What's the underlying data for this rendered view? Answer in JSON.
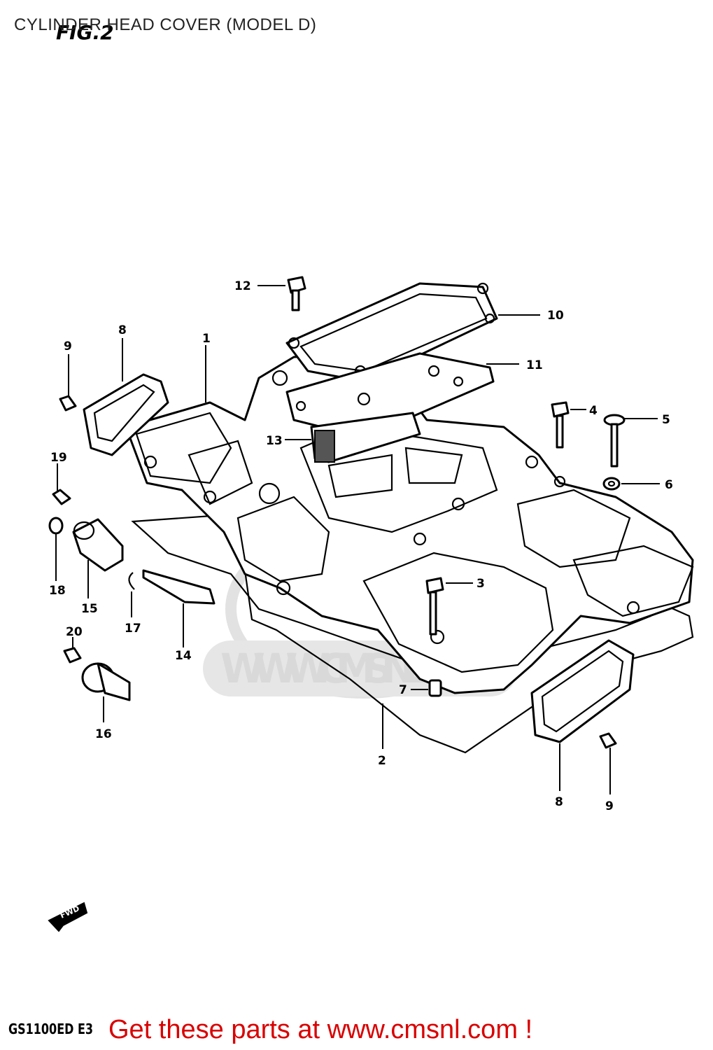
{
  "header": {
    "title": "CYLINDER HEAD COVER (MODEL D)",
    "fig_label": "FIG.2"
  },
  "watermark": {
    "text": "WWW.CMSNL.COM",
    "color": "#d9d9d9"
  },
  "callouts": [
    {
      "id": "1",
      "label": "1"
    },
    {
      "id": "2",
      "label": "2"
    },
    {
      "id": "3",
      "label": "3"
    },
    {
      "id": "4",
      "label": "4"
    },
    {
      "id": "5",
      "label": "5"
    },
    {
      "id": "6",
      "label": "6"
    },
    {
      "id": "7",
      "label": "7"
    },
    {
      "id": "8a",
      "label": "8"
    },
    {
      "id": "8b",
      "label": "8"
    },
    {
      "id": "9a",
      "label": "9"
    },
    {
      "id": "9b",
      "label": "9"
    },
    {
      "id": "10",
      "label": "10"
    },
    {
      "id": "11",
      "label": "11"
    },
    {
      "id": "12",
      "label": "12"
    },
    {
      "id": "13",
      "label": "13"
    },
    {
      "id": "14",
      "label": "14"
    },
    {
      "id": "15",
      "label": "15"
    },
    {
      "id": "16",
      "label": "16"
    },
    {
      "id": "17",
      "label": "17"
    },
    {
      "id": "18",
      "label": "18"
    },
    {
      "id": "19",
      "label": "19"
    },
    {
      "id": "20",
      "label": "20"
    }
  ],
  "fwd_marker": {
    "label": "FWD"
  },
  "footer": {
    "model_code": "GS1100ED E3",
    "cta": "Get these parts at www.cmsnl.com !",
    "cta_color": "#d90000"
  }
}
